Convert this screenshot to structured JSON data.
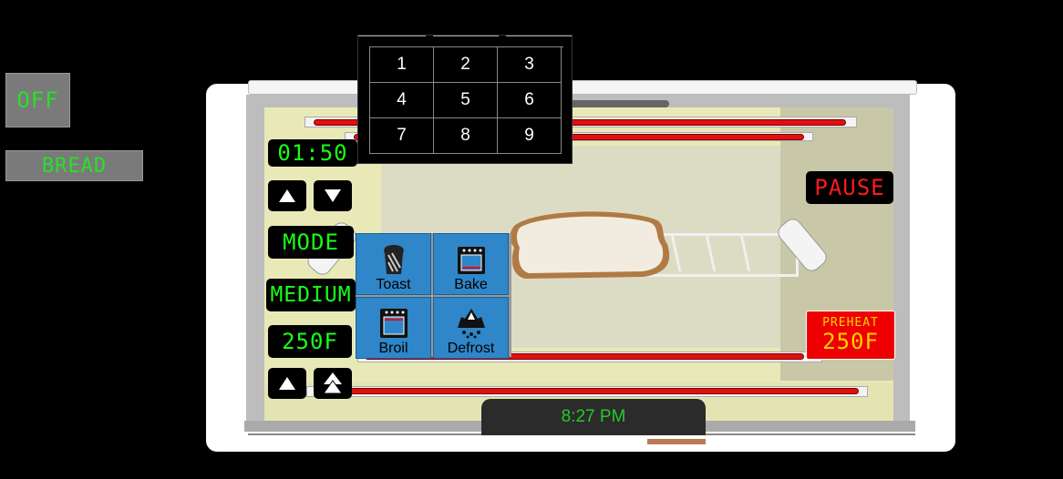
{
  "side": {
    "power_label": "OFF",
    "food_label": "BREAD"
  },
  "keypad": {
    "keys": [
      "1",
      "2",
      "3",
      "4",
      "5",
      "6",
      "7",
      "8",
      "9"
    ]
  },
  "controls": {
    "timer": "01:50",
    "mode_label": "MODE",
    "level": "MEDIUM",
    "temperature": "250F"
  },
  "mode_menu": {
    "items": [
      {
        "label": "Toast",
        "icon": "toast-icon"
      },
      {
        "label": "Bake",
        "icon": "oven-bake-icon"
      },
      {
        "label": "Broil",
        "icon": "oven-broil-icon"
      },
      {
        "label": "Defrost",
        "icon": "defrost-icon"
      }
    ]
  },
  "right": {
    "pause_label": "PAUSE",
    "preheat_label": "PREHEAT",
    "preheat_temp": "250F"
  },
  "clock": "8:27 PM",
  "colors": {
    "lcd_green": "#18ff18",
    "element_red": "#e01010",
    "mode_blue": "#2f86c8",
    "pause_red": "#ff1a1a"
  }
}
